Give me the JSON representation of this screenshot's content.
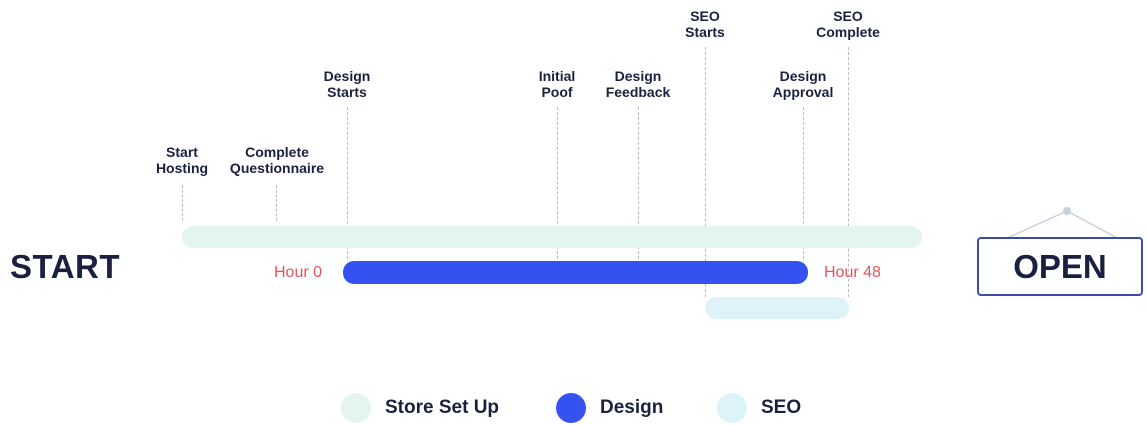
{
  "start_label": "START",
  "open_label": "OPEN",
  "hour_start": "Hour 0",
  "hour_end": "Hour 48",
  "colors": {
    "store_setup": "#e3f5ee",
    "design": "#3552f0",
    "seo": "#ddf3f8",
    "hour_text": "#e2555b",
    "text": "#1b2040",
    "sign_border": "#3d4bb0"
  },
  "milestones": {
    "start_hosting": [
      "Start",
      "Hosting"
    ],
    "complete_questionnaire": [
      "Complete",
      "Questionnaire"
    ],
    "design_starts": [
      "Design",
      "Starts"
    ],
    "initial_poof": [
      "Initial",
      "Poof"
    ],
    "design_feedback": [
      "Design",
      "Feedback"
    ],
    "seo_starts": [
      "SEO",
      "Starts"
    ],
    "design_approval": [
      "Design",
      "Approval"
    ],
    "seo_complete": [
      "SEO",
      "Complete"
    ]
  },
  "legend": {
    "store_setup": "Store Set Up",
    "design": "Design",
    "seo": "SEO"
  }
}
